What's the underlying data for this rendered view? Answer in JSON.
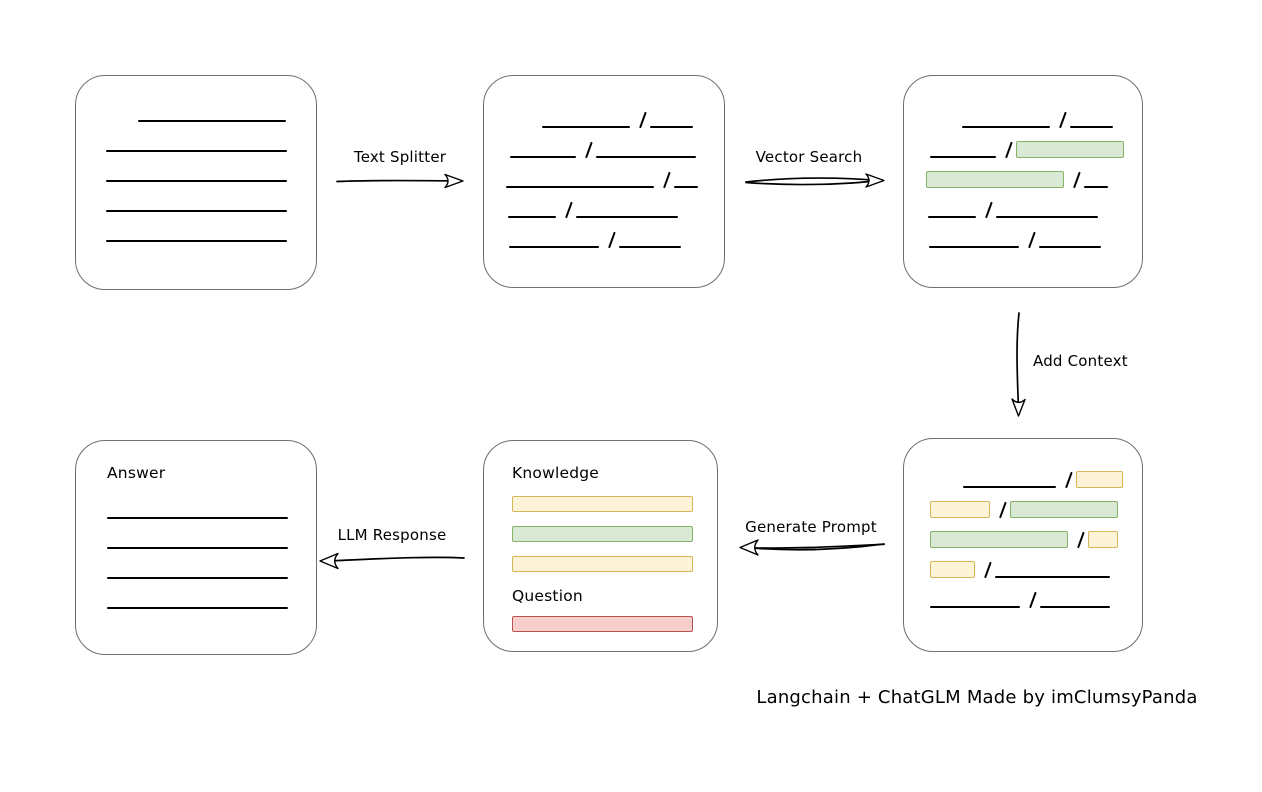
{
  "caption": "Langchain + ChatGLM Made by imClumsyPanda",
  "arrows": {
    "text_splitter": "Text Splitter",
    "vector_search": "Vector Search",
    "add_context": "Add Context",
    "generate_prompt": "Generate Prompt",
    "llm_response": "LLM Response"
  },
  "colors": {
    "green_fill": "#d9e9d4",
    "green_border": "#84b368",
    "yellow_fill": "#fdf3d6",
    "yellow_border": "#d6b656",
    "red_fill": "#f8cecc",
    "red_border": "#b85450",
    "line": "#000000",
    "box_border": "#6f6f6f"
  },
  "boxes": {
    "document": {
      "rows": [
        {
          "indent": 32,
          "segs": [
            {
              "k": "line",
              "w": 148
            }
          ]
        },
        {
          "indent": 0,
          "segs": [
            {
              "k": "line",
              "w": 181
            }
          ]
        },
        {
          "indent": 0,
          "segs": [
            {
              "k": "line",
              "w": 181
            }
          ]
        },
        {
          "indent": 0,
          "segs": [
            {
              "k": "line",
              "w": 181
            }
          ]
        },
        {
          "indent": 0,
          "segs": [
            {
              "k": "line",
              "w": 181
            }
          ]
        }
      ]
    },
    "split_text": {
      "rows": [
        {
          "indent": 36,
          "segs": [
            {
              "k": "line",
              "w": 88
            },
            {
              "k": "slash"
            },
            {
              "k": "line",
              "w": 43
            }
          ]
        },
        {
          "indent": 4,
          "segs": [
            {
              "k": "line",
              "w": 66
            },
            {
              "k": "slash"
            },
            {
              "k": "line",
              "w": 100
            }
          ]
        },
        {
          "indent": 0,
          "segs": [
            {
              "k": "line",
              "w": 148
            },
            {
              "k": "slash"
            },
            {
              "k": "line",
              "w": 24
            }
          ]
        },
        {
          "indent": 2,
          "segs": [
            {
              "k": "line",
              "w": 48
            },
            {
              "k": "slash"
            },
            {
              "k": "line",
              "w": 102
            }
          ]
        },
        {
          "indent": 3,
          "segs": [
            {
              "k": "line",
              "w": 90
            },
            {
              "k": "slash"
            },
            {
              "k": "line",
              "w": 62
            }
          ]
        }
      ]
    },
    "vector_results": {
      "rows": [
        {
          "indent": 36,
          "segs": [
            {
              "k": "line",
              "w": 88
            },
            {
              "k": "slash"
            },
            {
              "k": "line",
              "w": 43
            }
          ]
        },
        {
          "indent": 4,
          "segs": [
            {
              "k": "line",
              "w": 66
            },
            {
              "k": "slash"
            },
            {
              "k": "green",
              "w": 108
            }
          ]
        },
        {
          "indent": 0,
          "segs": [
            {
              "k": "green",
              "w": 138
            },
            {
              "k": "slash"
            },
            {
              "k": "line",
              "w": 24
            }
          ]
        },
        {
          "indent": 2,
          "segs": [
            {
              "k": "line",
              "w": 48
            },
            {
              "k": "slash"
            },
            {
              "k": "line",
              "w": 102
            }
          ]
        },
        {
          "indent": 3,
          "segs": [
            {
              "k": "line",
              "w": 90
            },
            {
              "k": "slash"
            },
            {
              "k": "line",
              "w": 62
            }
          ]
        }
      ]
    },
    "context": {
      "rows": [
        {
          "indent": 33,
          "segs": [
            {
              "k": "line",
              "w": 93
            },
            {
              "k": "slash"
            },
            {
              "k": "yellow",
              "w": 47
            }
          ]
        },
        {
          "indent": 0,
          "segs": [
            {
              "k": "yellow",
              "w": 60
            },
            {
              "k": "slash"
            },
            {
              "k": "green",
              "w": 108
            }
          ]
        },
        {
          "indent": 0,
          "segs": [
            {
              "k": "green",
              "w": 138
            },
            {
              "k": "slash"
            },
            {
              "k": "yellow",
              "w": 30
            }
          ]
        },
        {
          "indent": 0,
          "segs": [
            {
              "k": "yellow",
              "w": 45
            },
            {
              "k": "slash"
            },
            {
              "k": "line",
              "w": 115
            }
          ]
        },
        {
          "indent": 0,
          "segs": [
            {
              "k": "line",
              "w": 90
            },
            {
              "k": "slash"
            },
            {
              "k": "line",
              "w": 70
            }
          ]
        }
      ]
    },
    "prompt": {
      "knowledge_label": "Knowledge",
      "question_label": "Question",
      "knowledge_bars": [
        "yellow",
        "green",
        "yellow"
      ],
      "question_bar": "red"
    },
    "answer": {
      "label": "Answer",
      "line_count": 4,
      "line_width": 181
    }
  }
}
